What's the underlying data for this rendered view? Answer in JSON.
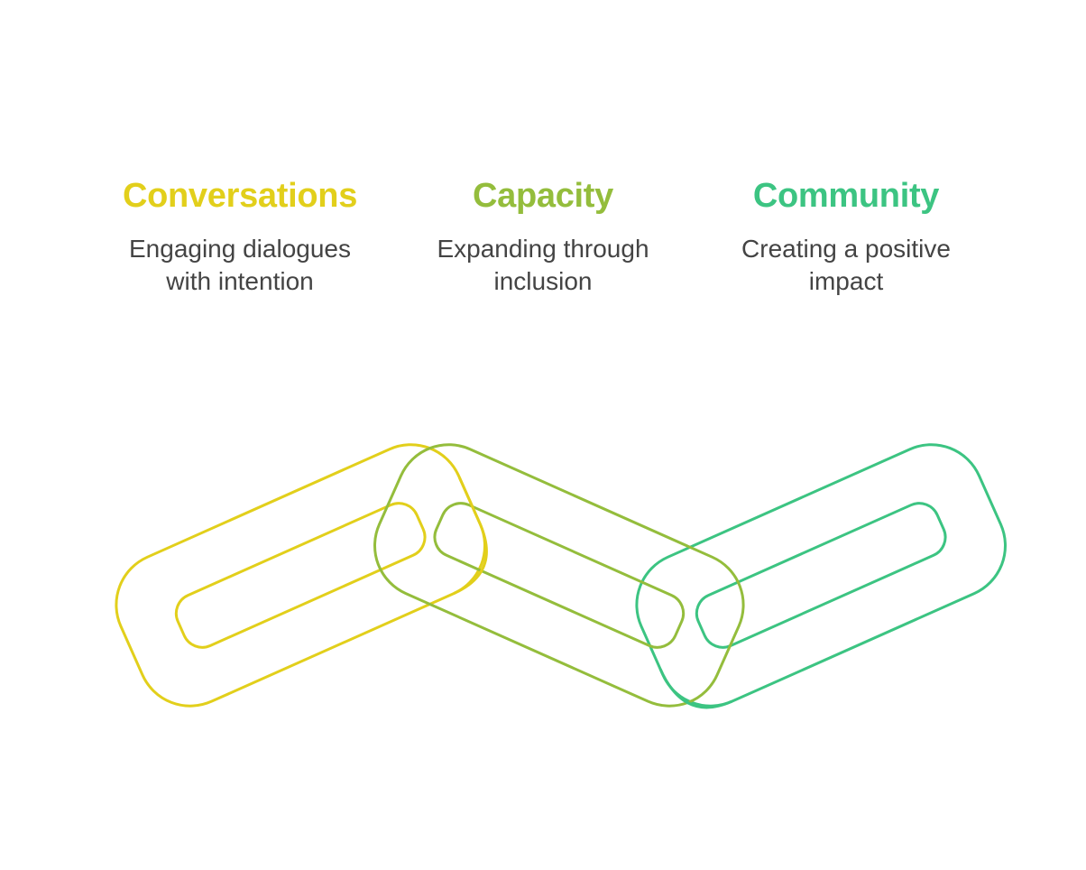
{
  "colors": {
    "conversations": "#e2cf1b",
    "capacity": "#94bd3c",
    "community": "#3cc482",
    "description_text": "#444444"
  },
  "items": [
    {
      "title": "Conversations",
      "description": "Engaging dialogues with intention",
      "color": "#e2cf1b"
    },
    {
      "title": "Capacity",
      "description": "Expanding through inclusion",
      "color": "#94bd3c"
    },
    {
      "title": "Community",
      "description": "Creating a positive impact",
      "color": "#3cc482"
    }
  ]
}
